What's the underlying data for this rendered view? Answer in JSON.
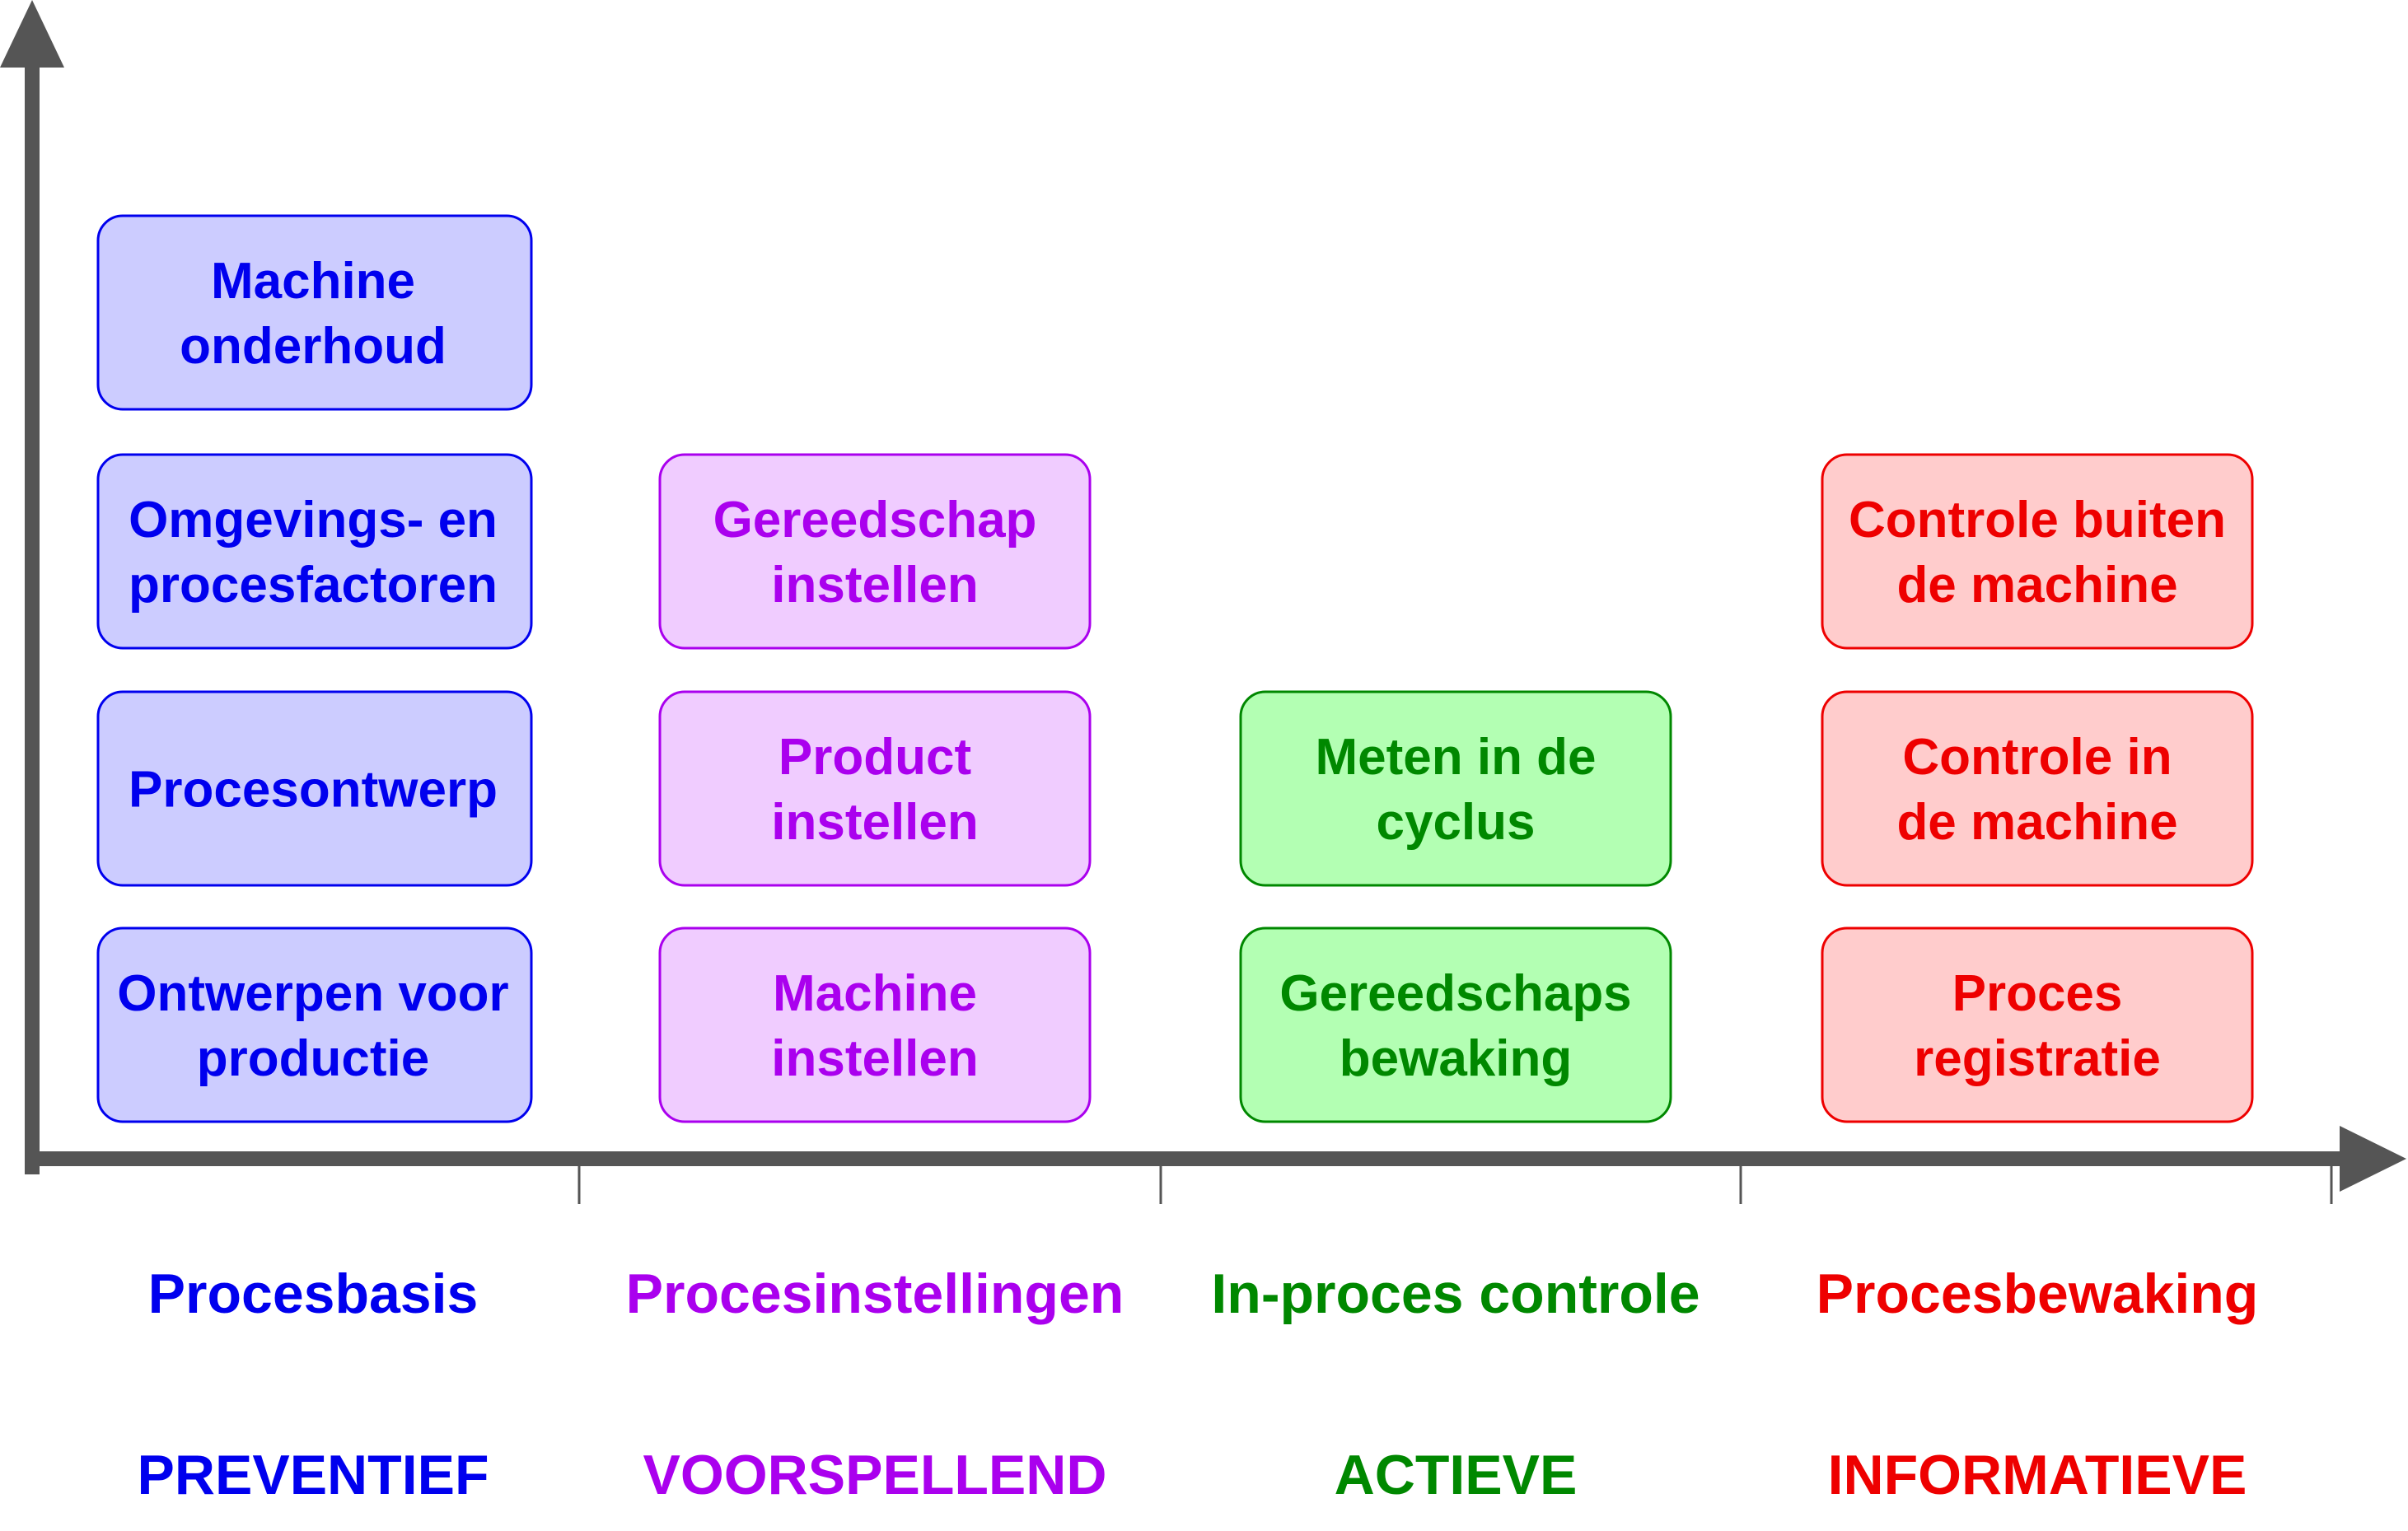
{
  "columns": [
    {
      "title": "Procesbasis",
      "category": "PREVENTIEF",
      "text_color": "#0000EE",
      "fill_color": "#CCCCFF",
      "border_color": "#0000EE",
      "boxes": [
        [
          "Machine",
          "onderhoud"
        ],
        [
          "Omgevings- en",
          "procesfactoren"
        ],
        [
          "Procesontwerp"
        ],
        [
          "Ontwerpen voor",
          "productie"
        ]
      ]
    },
    {
      "title": "Procesinstellingen",
      "category": "VOORSPELLEND",
      "text_color": "#AA00EE",
      "fill_color": "#F0CCFF",
      "border_color": "#AA00EE",
      "boxes": [
        [
          "Gereedschap",
          "instellen"
        ],
        [
          "Product",
          "instellen"
        ],
        [
          "Machine",
          "instellen"
        ]
      ]
    },
    {
      "title": "In-proces controle",
      "category": "ACTIEVE",
      "text_color": "#008800",
      "fill_color": "#B3FFB3",
      "border_color": "#008800",
      "boxes": [
        [
          "Meten in de",
          "cyclus"
        ],
        [
          "Gereedschaps",
          "bewaking"
        ]
      ]
    },
    {
      "title": "Procesbewaking",
      "category": "INFORMATIEVE",
      "text_color": "#EE0000",
      "fill_color": "#FFCCCC",
      "border_color": "#EE0000",
      "boxes": [
        [
          "Controle buiten",
          "de machine"
        ],
        [
          "Controle in",
          "de machine"
        ],
        [
          "Proces",
          "registratie"
        ]
      ]
    }
  ],
  "axis_color": "#555555"
}
